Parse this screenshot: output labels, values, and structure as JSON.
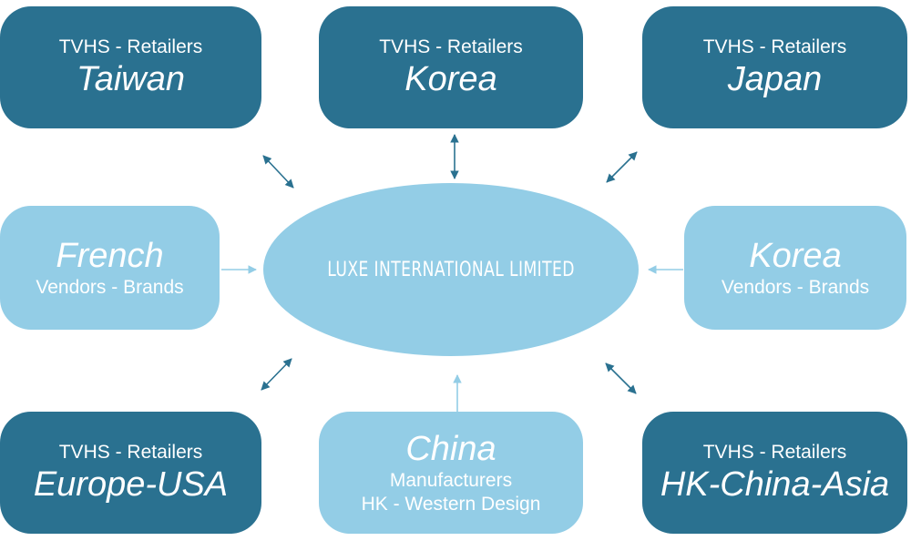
{
  "center": {
    "label": "LUXE INTERNATIONAL LIMITED"
  },
  "nodes": {
    "taiwan": {
      "line1": "TVHS - Retailers",
      "name": "Taiwan"
    },
    "korea_retail": {
      "line1": "TVHS - Retailers",
      "name": "Korea"
    },
    "japan": {
      "line1": "TVHS - Retailers",
      "name": "Japan"
    },
    "french": {
      "name": "French",
      "line2": "Vendors - Brands"
    },
    "korea_vendor": {
      "name": "Korea",
      "line2": "Vendors - Brands"
    },
    "europe_usa": {
      "line1": "TVHS - Retailers",
      "name": "Europe-USA"
    },
    "china": {
      "name": "China",
      "line2": "Manufacturers",
      "line3": "HK - Western Design"
    },
    "hk_china_asia": {
      "line1": "TVHS - Retailers",
      "name": "HK-China-Asia"
    }
  },
  "colors": {
    "retailer": "#2a7190",
    "vendor": "#93cde6",
    "center": "#93cde6",
    "arrow_dark": "#2a7190",
    "arrow_light": "#93cde6"
  }
}
